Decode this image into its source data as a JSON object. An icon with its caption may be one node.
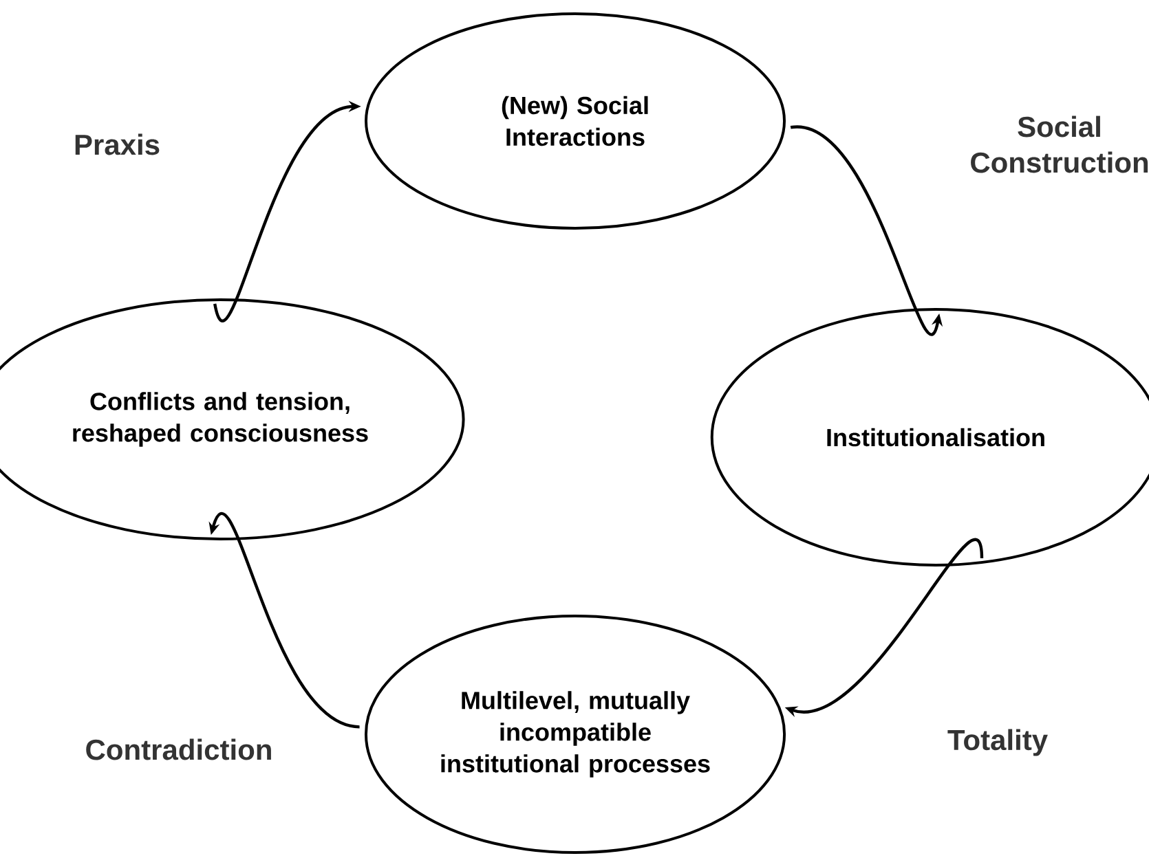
{
  "diagram": {
    "nodes": [
      {
        "text": [
          "(New) Social Interactions"
        ]
      },
      {
        "text": [
          "Institutionalisation"
        ]
      },
      {
        "text": [
          "Multilevel, mutually incompatible institutional processes"
        ]
      },
      {
        "text": [
          "Conflicts and tension, reshaped consciousness"
        ]
      }
    ],
    "edges": [
      {
        "from": 0,
        "to": 1,
        "arrow": "to",
        "label": "Social Construction"
      },
      {
        "from": 1,
        "to": 2,
        "arrow": "to",
        "label": "Totality"
      },
      {
        "from": 2,
        "to": 3,
        "arrow": "to",
        "label": "Contradiction"
      },
      {
        "from": 3,
        "to": 0,
        "arrow": "to",
        "label": "Praxis"
      }
    ]
  }
}
